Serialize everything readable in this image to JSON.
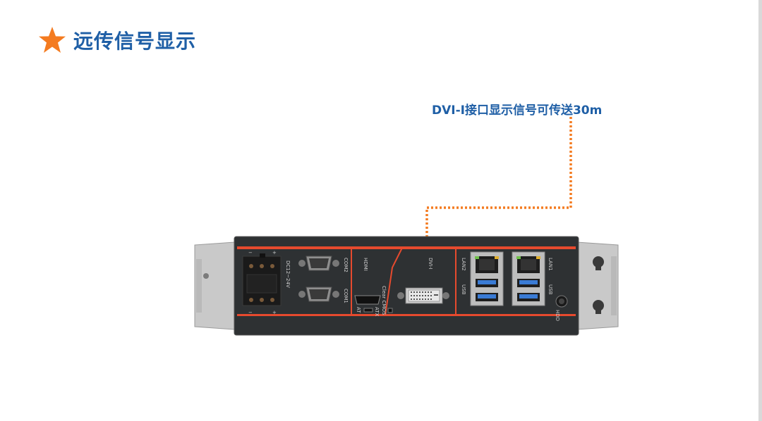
{
  "slide": {
    "title": "远传信号显示",
    "accent_color": "#f47b20",
    "title_color": "#1f5fa6",
    "icon": "star-icon"
  },
  "callout": {
    "text": "DVI-I接口显示信号可传送30m",
    "line_color": "#f47b20"
  },
  "device": {
    "power_label": "DC12~24V",
    "com_labels": [
      "COM2",
      "COM1"
    ],
    "hdmi_label": "HDMI",
    "dvi_label": "DVI-I",
    "lan_labels": [
      "LAN2",
      "LAN1"
    ],
    "usb_label": "USB",
    "atx_label": "ATX",
    "at_label": "AT",
    "clear_label": "Clear CMOS",
    "hdd_label": "HDD"
  }
}
